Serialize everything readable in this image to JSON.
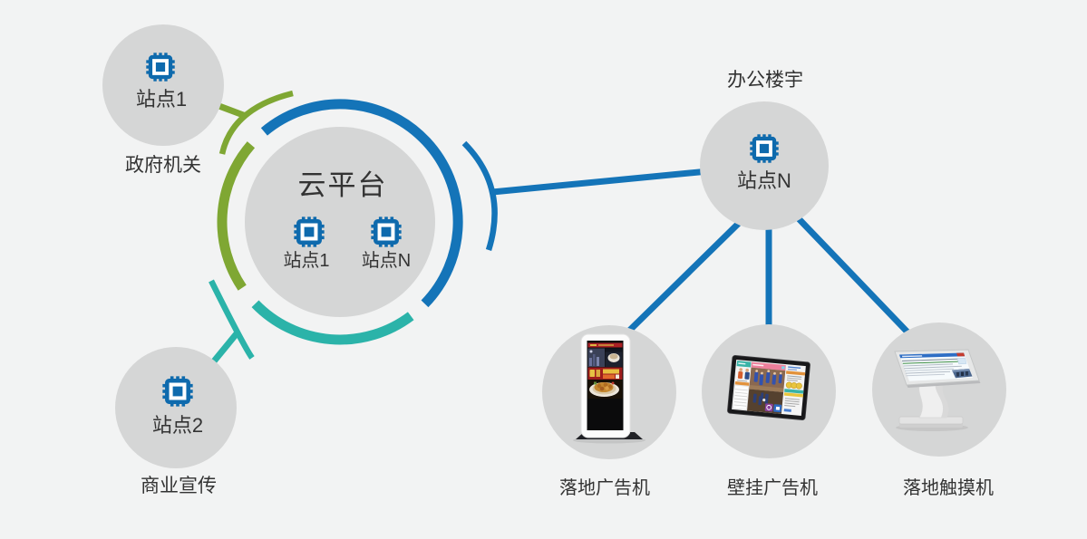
{
  "palette": {
    "background": "#f2f3f3",
    "blue": "#1474b8",
    "green": "#7fa733",
    "teal": "#2bb3a9",
    "node_gray": "#d5d6d6",
    "text": "#333333",
    "chip_blue": "#0e6aad"
  },
  "cloud": {
    "title": "云平台",
    "icon": "chip-icon",
    "nodes": [
      {
        "label": "站点1",
        "icon": "chip-icon"
      },
      {
        "label": "站点N",
        "icon": "chip-icon"
      }
    ]
  },
  "satellites": [
    {
      "id": "site1",
      "label": "站点1",
      "caption": "政府机关",
      "icon": "chip-icon"
    },
    {
      "id": "site2",
      "label": "站点2",
      "caption": "商业宣传",
      "icon": "chip-icon"
    },
    {
      "id": "siteN",
      "label": "站点N",
      "caption": "办公楼宇",
      "icon": "chip-icon"
    }
  ],
  "devices": [
    {
      "label": "落地广告机",
      "icon": "floor-ad-kiosk-image"
    },
    {
      "label": "壁挂广告机",
      "icon": "wall-ad-display-image"
    },
    {
      "label": "落地触摸机",
      "icon": "floor-touch-kiosk-image"
    }
  ]
}
